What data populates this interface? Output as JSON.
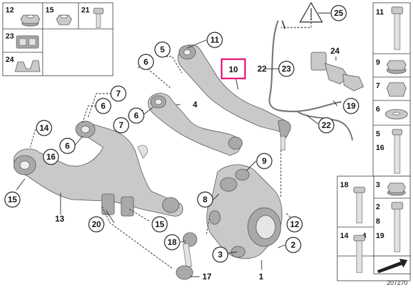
{
  "diagram": {
    "doc_number": "207270",
    "highlighted_callout": "10",
    "callouts": [
      "1",
      "2",
      "3",
      "4",
      "5",
      "6",
      "6",
      "6",
      "6",
      "7",
      "7",
      "8",
      "9",
      "10",
      "11",
      "12",
      "13",
      "14",
      "15",
      "15",
      "16",
      "17",
      "18",
      "19",
      "20",
      "21",
      "22",
      "23",
      "24",
      "25"
    ],
    "top_panel": [
      {
        "label": "12"
      },
      {
        "label": "15"
      },
      {
        "label": "21"
      },
      {
        "label": "23"
      },
      {
        "label": "24"
      }
    ],
    "right_panel": [
      {
        "label": "11"
      },
      {
        "label": "9"
      },
      {
        "label": "7"
      },
      {
        "label": "6"
      },
      {
        "label": "5"
      },
      {
        "label": "16"
      },
      {
        "label": "18"
      },
      {
        "label": "3"
      },
      {
        "label": "2"
      },
      {
        "label": "8"
      },
      {
        "label": "19"
      },
      {
        "label": "14"
      },
      {
        "label": "4"
      }
    ]
  }
}
